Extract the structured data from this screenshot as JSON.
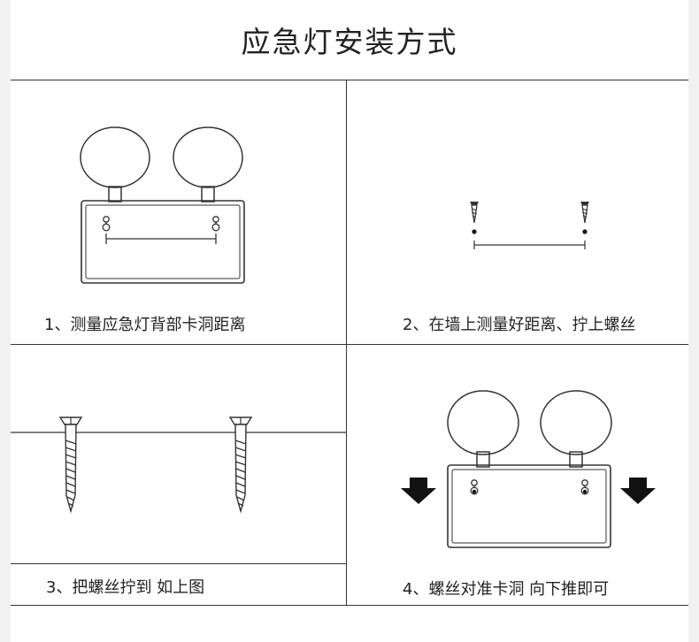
{
  "title": "应急灯安装方式",
  "steps": [
    {
      "caption": "1、测量应急灯背部卡洞距离"
    },
    {
      "caption": "2、在墙上测量好距离、拧上螺丝"
    },
    {
      "caption": "3、把螺丝拧到 如上图"
    },
    {
      "caption": "4、螺丝对准卡洞 向下推即可"
    }
  ]
}
